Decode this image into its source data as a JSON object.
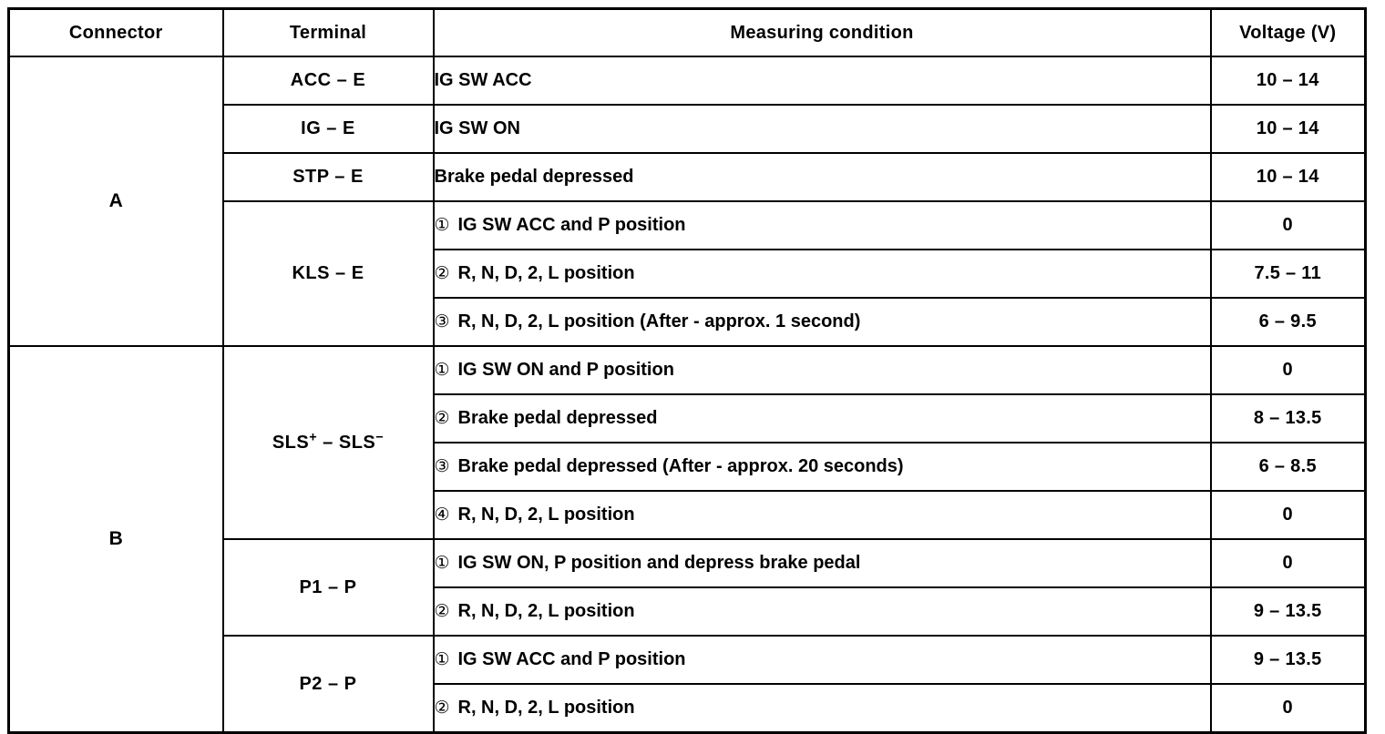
{
  "table": {
    "headers": {
      "connector": "Connector",
      "terminal": "Terminal",
      "condition": "Measuring condition",
      "voltage": "Voltage (V)"
    },
    "connectors": [
      {
        "label": "A",
        "terminals": [
          {
            "label_plain": "ACC – E",
            "label_prefix": "ACC – E",
            "rows": [
              {
                "marker": "",
                "condition": "IG SW ACC",
                "voltage": "10 – 14"
              }
            ]
          },
          {
            "label_plain": "IG – E",
            "label_prefix": "IG – E",
            "rows": [
              {
                "marker": "",
                "condition": "IG SW ON",
                "voltage": "10 – 14"
              }
            ]
          },
          {
            "label_plain": "STP – E",
            "label_prefix": "STP – E",
            "rows": [
              {
                "marker": "",
                "condition": "Brake pedal depressed",
                "voltage": "10 – 14"
              }
            ]
          },
          {
            "label_plain": "KLS – E",
            "label_prefix": "KLS – E",
            "rows": [
              {
                "marker": "①",
                "condition": "IG SW ACC and P position",
                "voltage": "0"
              },
              {
                "marker": "②",
                "condition": "R, N, D, 2, L position",
                "voltage": "7.5 – 11"
              },
              {
                "marker": "③",
                "condition": "R, N, D, 2, L position (After - approx. 1 second)",
                "voltage": "6 – 9.5"
              }
            ]
          }
        ]
      },
      {
        "label": "B",
        "terminals": [
          {
            "label_plain": "SLS+ – SLS−",
            "label_prefix": "SLS",
            "label_sup1": "+",
            "label_mid": " – SLS",
            "label_sup2": "−",
            "rows": [
              {
                "marker": "①",
                "condition": "IG SW ON and P position",
                "voltage": "0"
              },
              {
                "marker": "②",
                "condition": "Brake pedal depressed",
                "voltage": "8 – 13.5"
              },
              {
                "marker": "③",
                "condition": "Brake pedal depressed (After - approx. 20 seconds)",
                "voltage": "6 – 8.5"
              },
              {
                "marker": "④",
                "condition": "R, N, D, 2, L position",
                "voltage": "0"
              }
            ]
          },
          {
            "label_plain": "P1 – P",
            "label_prefix": "P1 – P",
            "rows": [
              {
                "marker": "①",
                "condition": "IG SW ON, P position and depress brake pedal",
                "voltage": "0"
              },
              {
                "marker": "②",
                "condition": "R, N, D, 2, L position",
                "voltage": "9 – 13.5"
              }
            ]
          },
          {
            "label_plain": "P2 – P",
            "label_prefix": "P2 – P",
            "rows": [
              {
                "marker": "①",
                "condition": "IG SW ACC and P position",
                "voltage": "9 – 13.5"
              },
              {
                "marker": "②",
                "condition": "R, N, D, 2, L position",
                "voltage": "0"
              }
            ]
          }
        ]
      }
    ]
  }
}
